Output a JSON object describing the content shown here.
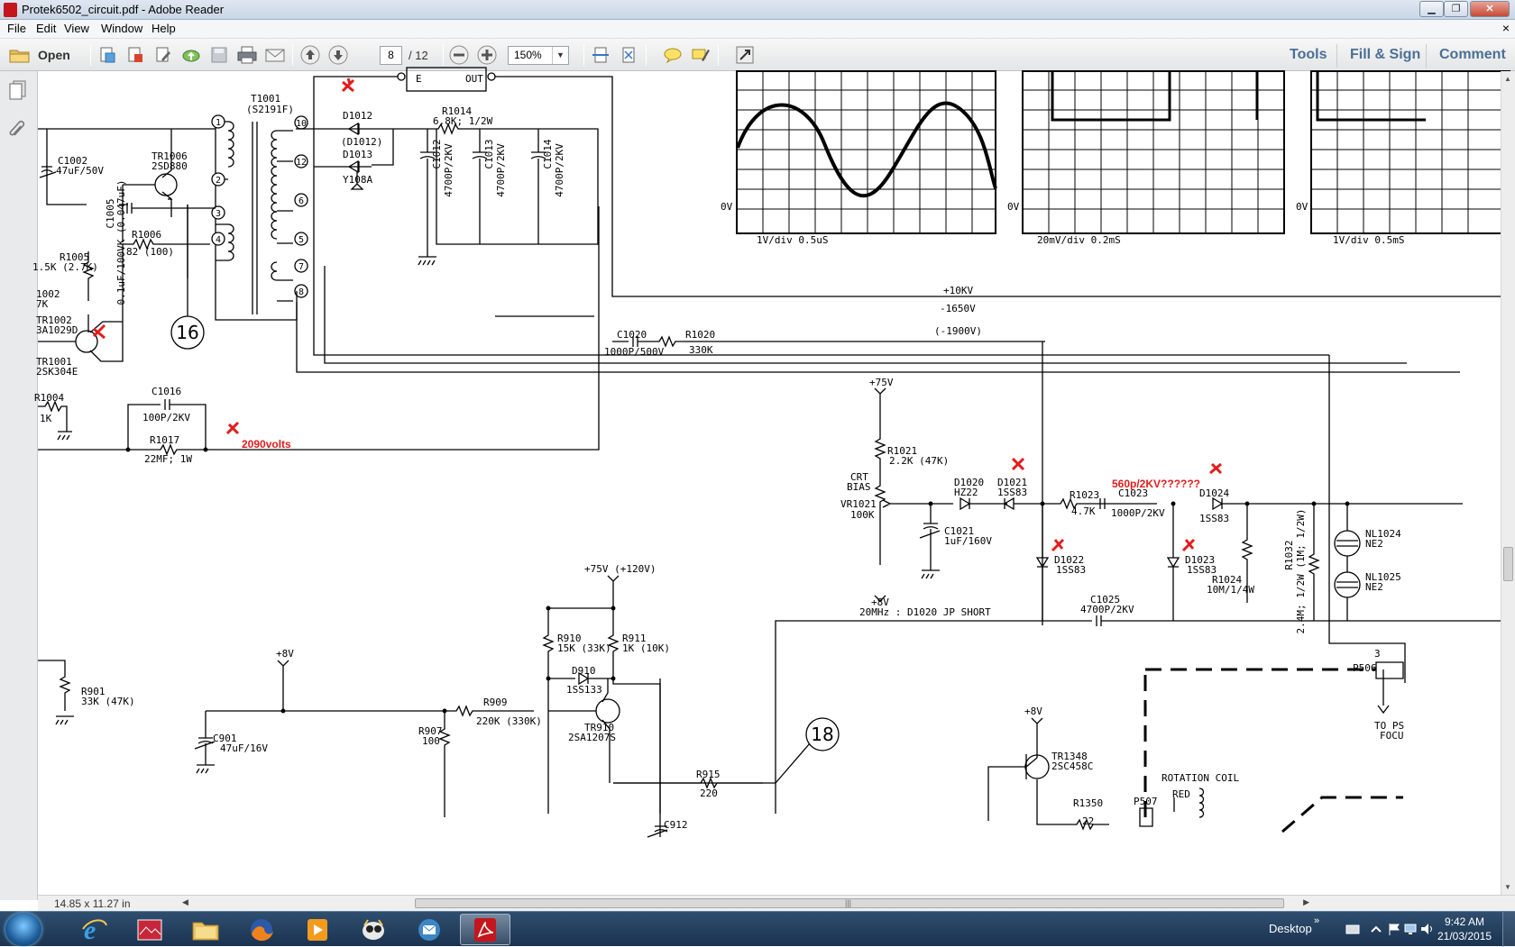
{
  "window": {
    "title": "Protek6502_circuit.pdf - Adobe Reader",
    "minimize": "▁",
    "restore": "❐",
    "close": "✕"
  },
  "menu": {
    "items": [
      "File",
      "Edit",
      "View",
      "Window",
      "Help"
    ],
    "doc_close": "×"
  },
  "toolbar": {
    "open_label": "Open",
    "page_current": "8",
    "page_total": "/ 12",
    "zoom": "150%",
    "tools_label": "Tools",
    "fill_sign_label": "Fill & Sign",
    "comment_label": "Comment"
  },
  "status": {
    "page_dimensions": "14.85 x 11.27 in"
  },
  "schematic": {
    "transformer": "T1001",
    "transformer_part": "(S2191F)",
    "pins": [
      "1",
      "2",
      "3",
      "4",
      "10",
      "12",
      "6",
      "5",
      "7",
      "8"
    ],
    "ic_e": "E",
    "ic_out": "OUT",
    "d1012": "D1012",
    "d1012_alt": "(D1012)",
    "d1013": "D1013",
    "d1013_part": "Y108A",
    "r1014": "R1014",
    "r1014_val": "6.8K; 1/2W",
    "c1012": "C1012",
    "c1012_val": "4700P/2KV",
    "c1013": "C1013",
    "c1013_val": "4700P/2KV",
    "c1014": "C1014",
    "c1014_val": "4700P/2KV",
    "c1002": "C1002",
    "c1002_val": "47uF/50V",
    "tr1006": "TR1006",
    "tr1006_part": "2SD880",
    "c1005": "C1005",
    "c1005_val": "0.1uF/100VK (0.047uF)",
    "r1005": "R1005",
    "r1005_val": "1.5K (2.7K)",
    "r1006": "R1006",
    "r1006_val": "82 (100)",
    "r1002": "1002",
    "r1002_val": "7K",
    "tr1002": "TR1002",
    "tr1002_part": "3A1029D",
    "tr1001": "TR1001",
    "tr1001_part": "2SK304E",
    "r1004": "R1004",
    "r1004_val": "1K",
    "c1016": "C1016",
    "c1016_val": "100P/2KV",
    "r1017": "R1017",
    "r1017_val": "22MF; 1W",
    "node16": "16",
    "node18": "18",
    "volts_note": "2090volts",
    "c1020": "C1020",
    "c1020_val": "1000P/500V",
    "r1020": "R1020",
    "r1020_val": "330K",
    "rail_10kv": "+10KV",
    "rail_1650": "-1650V",
    "rail_1900": "(-1900V)",
    "scope1": "1V/div 0.5uS",
    "scope2": "20mV/div 0.2mS",
    "scope3": "1V/div 0.5mS",
    "zero_v": "0V",
    "v75": "+75V",
    "r1021": "R1021",
    "r1021_val": "2.2K (47K)",
    "crt_bias_1": "CRT",
    "crt_bias_2": "BIAS",
    "vr1021": "VR1021",
    "vr1021_val": "100K",
    "d1020": "D1020",
    "d1020_part": "HZ22",
    "d1021": "D1021",
    "d1021_part": "1SS83",
    "r1023": "R1023",
    "r1023_val": "4.7K",
    "c1023": "C1023",
    "c1023_val": "1000P/2KV",
    "c1023_note": "560p/2KV??????",
    "d1024": "D1024",
    "d1024_part": "1SS83",
    "nl1024": "NL1024",
    "nl1024_part": "NE2",
    "nl1025": "NL1025",
    "nl1025_part": "NE2",
    "c1021": "C1021",
    "c1021_val": "1uF/160V",
    "d1022": "D1022",
    "d1022_part": "1SS83",
    "d1023": "D1023",
    "d1023_part": "1SS83",
    "r1024": "R1024",
    "r1024_val": "10M/1/4W",
    "r1032": "R1032",
    "r1032_val": "2.4M; 1/2W (1M; 1/2W)",
    "v8": "+8V",
    "jp_note": "20MHz : D1020 JP SHORT",
    "c1025": "C1025",
    "c1025_val": "4700P/2KV",
    "v75_120": "+75V (+120V)",
    "r910": "R910",
    "r910_val": "15K (33K)",
    "r911": "R911",
    "r911_val": "1K (10K)",
    "d910": "D910",
    "d910_part": "1SS133",
    "r901": "R901",
    "r901_val": "33K (47K)",
    "r909": "R909",
    "r909_val": "220K (330K)",
    "tr910": "TR910",
    "tr910_part": "2SA1207S",
    "r907": "R907",
    "r907_val": "100",
    "c901": "C901",
    "c901_val": "47uF/16V",
    "r915": "R915",
    "r915_val": "220",
    "c912": "C912",
    "tr1348": "TR1348",
    "tr1348_part": "2SC458C",
    "rotation_coil": "ROTATION COIL",
    "red": "RED",
    "r1350": "R1350",
    "r1350_val": "22",
    "p507": "P507",
    "p506": "P506",
    "pin3": "3",
    "to_ps": "TO PS",
    "focus": "FOCU"
  },
  "taskbar": {
    "desktop_label": "Desktop",
    "chevron": "»",
    "time": "9:42 AM",
    "date": "21/03/2015"
  },
  "colors": {
    "annotation_red": "#e31b1b",
    "link_blue": "#4b6f96",
    "taskbar": "#1f3a5a"
  }
}
